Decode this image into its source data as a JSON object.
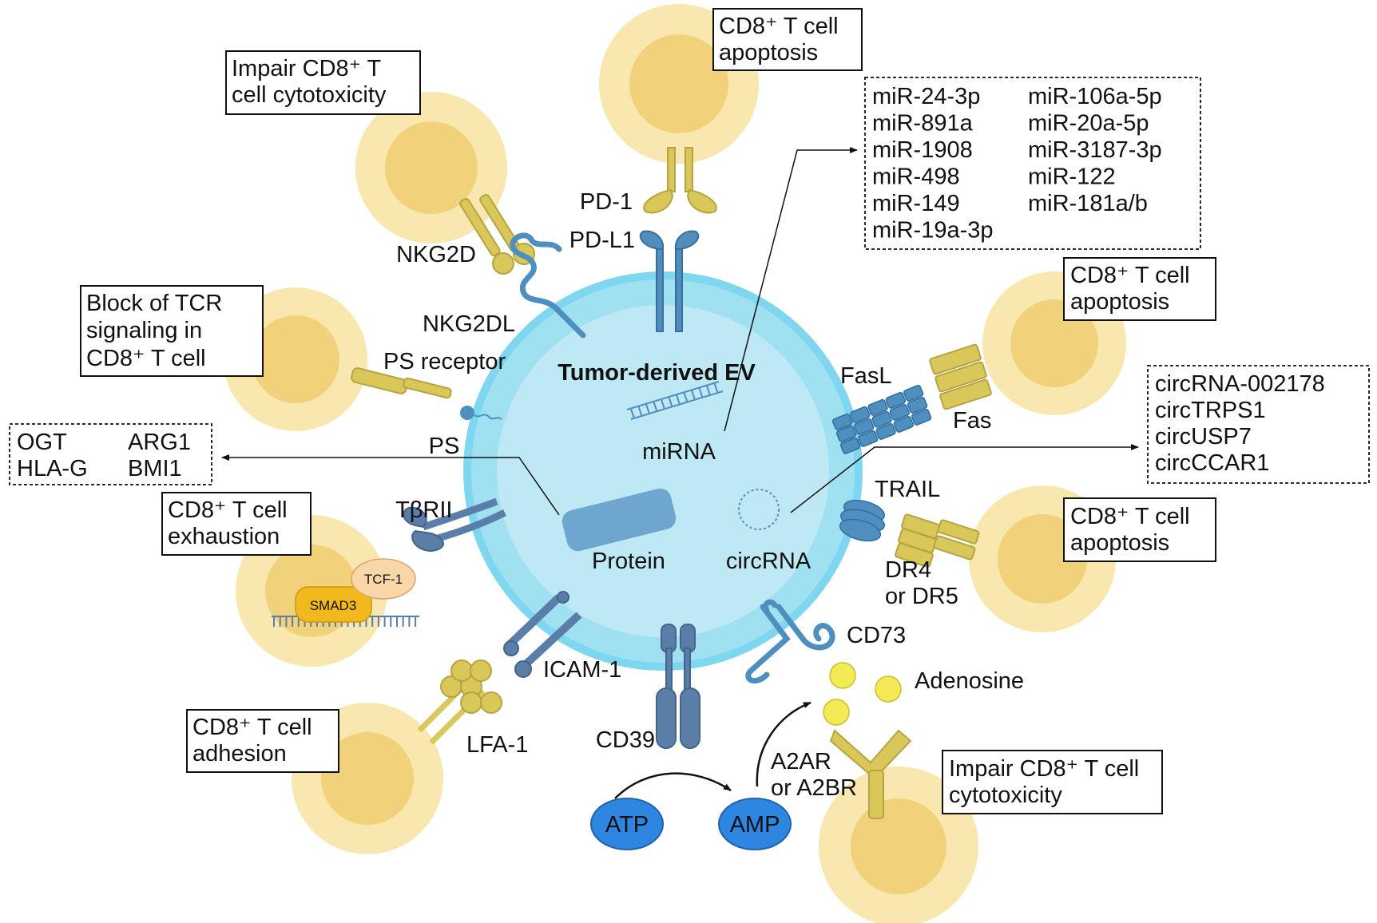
{
  "ev": {
    "title": "Tumor-derived EV",
    "mirna": "miRNA",
    "protein": "Protein",
    "circrna": "circRNA"
  },
  "molecules": {
    "pd1": "PD-1",
    "pdl1": "PD-L1",
    "nkg2d": "NKG2D",
    "nkg2dl": "NKG2DL",
    "ps_receptor": "PS receptor",
    "ps": "PS",
    "tbrii": "TβRII",
    "tcf1": "TCF-1",
    "smad3": "SMAD3",
    "icam1": "ICAM-1",
    "lfa1": "LFA-1",
    "cd39": "CD39",
    "cd73": "CD73",
    "adenosine": "Adenosine",
    "a2ar_l1": "A2AR",
    "a2ar_l2": "or A2BR",
    "atp": "ATP",
    "amp": "AMP",
    "fasl": "FasL",
    "fas": "Fas",
    "trail": "TRAIL",
    "dr_l1": "DR4",
    "dr_l2": "or DR5"
  },
  "effects": {
    "top": [
      "CD8⁺ T cell",
      "apoptosis"
    ],
    "nkg2d": [
      "Impair CD8⁺ T",
      "cell cytotoxicity"
    ],
    "tcr": [
      "Block of TCR",
      "signaling in",
      "CD8⁺ T cell"
    ],
    "fas": [
      "CD8⁺ T cell",
      "apoptosis"
    ],
    "trail": [
      "CD8⁺ T cell",
      "apoptosis"
    ],
    "exhaustion": [
      "CD8⁺ T cell",
      "exhaustion"
    ],
    "adhesion": [
      "CD8⁺ T cell",
      "adhesion"
    ],
    "adenosine": [
      "Impair CD8⁺ T cell",
      "cytotoxicity"
    ]
  },
  "mirna_list": [
    [
      "miR-24-3p",
      "miR-106a-5p"
    ],
    [
      "miR-891a",
      "miR-20a-5p"
    ],
    [
      "miR-1908",
      "miR-3187-3p"
    ],
    [
      "miR-498",
      "miR-122"
    ],
    [
      "miR-149",
      "miR-181a/b"
    ],
    [
      "miR-19a-3p",
      ""
    ]
  ],
  "protein_list": [
    [
      "OGT",
      "ARG1"
    ],
    [
      "HLA-G",
      "BMI1"
    ]
  ],
  "circrna_list": [
    "circRNA-002178",
    "circTRPS1",
    "circUSP7",
    "circCCAR1"
  ],
  "colors": {
    "ev_outer": "#7fd3ee",
    "ev_inner": "#bfe8f3",
    "cell_outer": "#f7e3a0",
    "cell_inner": "#f1d27a",
    "receptor_yellow": "#d9c75a",
    "receptor_blue": "#4f8fc0",
    "ligand_dark": "#5a7ea8",
    "atp": "#2f86e0",
    "smad3": "#f2b91f",
    "tcf1": "#f9d7a8"
  }
}
